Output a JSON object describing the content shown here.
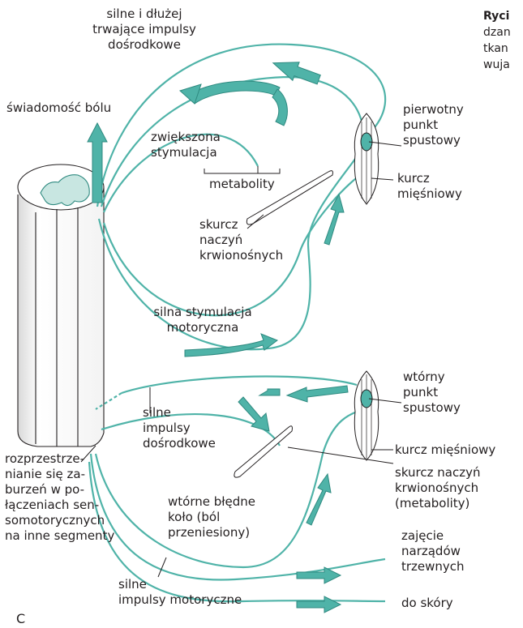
{
  "caption": {
    "bold": "Ryci",
    "lines": [
      "dzan",
      "tkan",
      "wuja"
    ]
  },
  "panel_letter": "C",
  "labels": {
    "impulses_top": [
      "silne i dłużej",
      "trwające impulsy",
      "dośrodkowe"
    ],
    "pain_awareness": "świadomość bólu",
    "increased_stim": [
      "zwiększona",
      "stymulacja"
    ],
    "metabolites_top": "metabolity",
    "primary_trigger": [
      "pierwotny",
      "punkt",
      "spustowy"
    ],
    "muscle_spasm_top": [
      "kurcz",
      "mięśniowy"
    ],
    "vasospasm_top": [
      "skurcz",
      "naczyń",
      "krwionośnych"
    ],
    "strong_motor_stim": [
      "silna stymulacja",
      "motoryczna"
    ],
    "secondary_trigger": [
      "wtórny",
      "punkt",
      "spustowy"
    ],
    "strong_afferent": [
      "silne",
      "impulsy",
      "dośrodkowe"
    ],
    "muscle_spasm_bottom": "kurcz mięśniowy",
    "vasospasm_bottom": [
      "skurcz naczyń",
      "krwionośnych",
      "(metabolity)"
    ],
    "spread": [
      "rozprzestrze-",
      "nianie się za-",
      "burzeń w po-",
      "łączeniach sen-",
      "somotorycznych",
      "na inne segmenty"
    ],
    "secondary_cycle": [
      "wtórne błędne",
      "koło (ból",
      "przeniesiony)"
    ],
    "visceral": [
      "zajęcie",
      "narządów",
      "trzewnych"
    ],
    "strong_motor_impulses": [
      "silne",
      "impulsy motoryczne"
    ],
    "to_skin": "do skóry"
  },
  "colors": {
    "teal": "#4fb3a8",
    "teal_light": "#c8e6e1",
    "teal_dark": "#2f8a80",
    "ink": "#231f20"
  }
}
